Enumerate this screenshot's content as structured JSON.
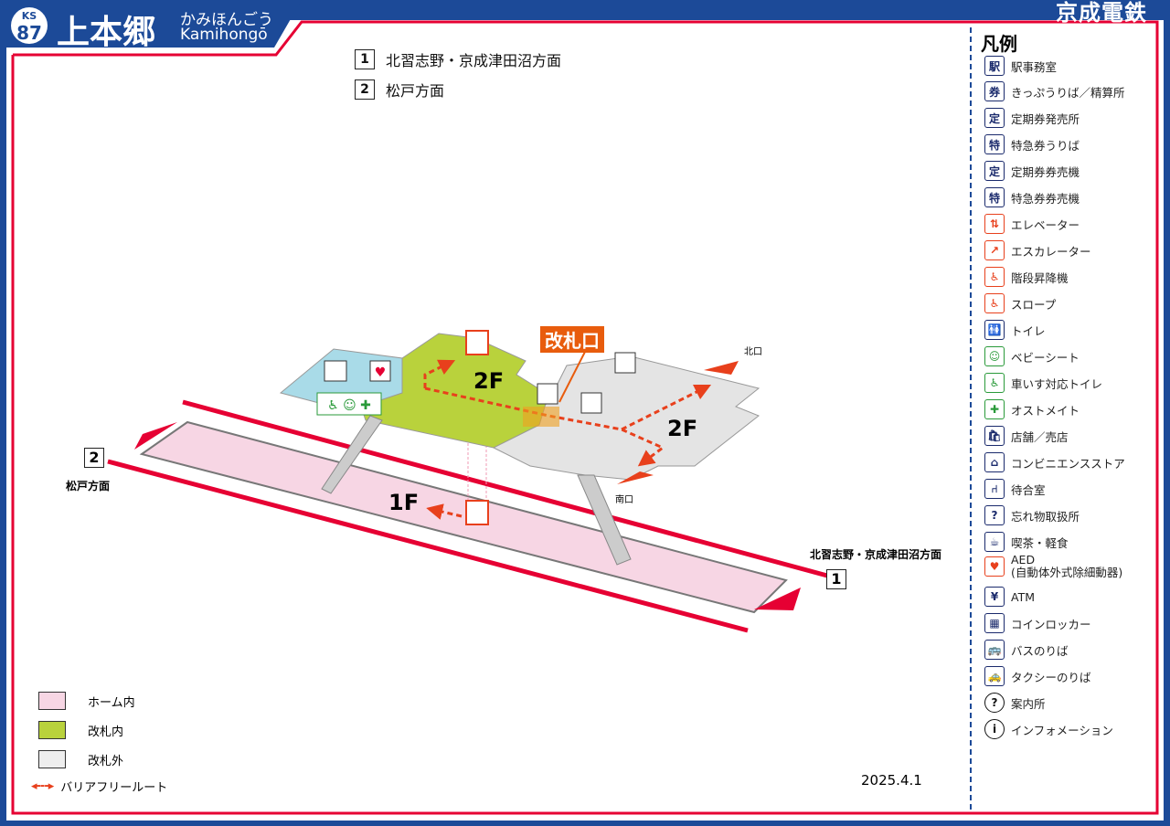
{
  "header": {
    "line_code": "KS",
    "station_number": "87",
    "name": "上本郷",
    "kana": "かみほんごう",
    "romaji": "Kamihongō",
    "company": "京成電鉄"
  },
  "directions": [
    {
      "num": "1",
      "label": "北習志野・京成津田沼方面"
    },
    {
      "num": "2",
      "label": "松戸方面"
    }
  ],
  "map": {
    "floor_2f": "2F",
    "floor_2f_east": "2F",
    "floor_1f": "1F",
    "gate": "改札口",
    "north_exit": "北口",
    "south_exit": "南口",
    "left_track_num": "2",
    "left_track_label": "松戸方面",
    "right_track_num": "1",
    "right_track_label": "北習志野・京成津田沼方面"
  },
  "key": [
    {
      "label": "ホーム内",
      "color": "#f7d6e4"
    },
    {
      "label": "改札内",
      "color": "#b9d23c"
    },
    {
      "label": "改札外",
      "color": "#eeeeee"
    },
    {
      "label": "バリアフリールート",
      "color": "#e8401c"
    }
  ],
  "date": "2025.4.1",
  "legend": {
    "title": "凡例",
    "items": [
      {
        "icon": "station-office-icon",
        "glyph": "駅",
        "label": "駅事務室",
        "color": "#1a2a6c"
      },
      {
        "icon": "ticket-office-icon",
        "glyph": "券",
        "label": "きっぷうりば／精算所",
        "color": "#1a2a6c"
      },
      {
        "icon": "commuter-pass-office-icon",
        "glyph": "定",
        "label": "定期券発売所",
        "color": "#1a2a6c"
      },
      {
        "icon": "limited-express-ticket-icon",
        "glyph": "特",
        "label": "特急券うりば",
        "color": "#1a2a6c"
      },
      {
        "icon": "commuter-pass-machine-icon",
        "glyph": "定",
        "label": "定期券券売機",
        "color": "#1a2a6c"
      },
      {
        "icon": "limited-express-machine-icon",
        "glyph": "特",
        "label": "特急券券売機",
        "color": "#1a2a6c"
      },
      {
        "icon": "elevator-icon",
        "glyph": "⇅",
        "label": "エレベーター",
        "color": "#e8401c"
      },
      {
        "icon": "escalator-icon",
        "glyph": "↗",
        "label": "エスカレーター",
        "color": "#e8401c"
      },
      {
        "icon": "stair-lift-icon",
        "glyph": "♿",
        "label": "階段昇降機",
        "color": "#e8401c"
      },
      {
        "icon": "slope-icon",
        "glyph": "♿",
        "label": "スロープ",
        "color": "#e8401c"
      },
      {
        "icon": "toilet-icon",
        "glyph": "🚻",
        "label": "トイレ",
        "color": "#1a2a6c"
      },
      {
        "icon": "baby-seat-icon",
        "glyph": "☺",
        "label": "ベビーシート",
        "color": "#2a9a3a"
      },
      {
        "icon": "accessible-toilet-icon",
        "glyph": "♿",
        "label": "車いす対応トイレ",
        "color": "#2a9a3a"
      },
      {
        "icon": "ostomate-icon",
        "glyph": "✚",
        "label": "オストメイト",
        "color": "#2a9a3a"
      },
      {
        "icon": "shop-icon",
        "glyph": "🛍",
        "label": "店舗／売店",
        "color": "#1a2a6c"
      },
      {
        "icon": "convenience-store-icon",
        "glyph": "⌂",
        "label": "コンビニエンスストア",
        "color": "#1a2a6c"
      },
      {
        "icon": "waiting-room-icon",
        "glyph": "⑁",
        "label": "待合室",
        "color": "#1a2a6c"
      },
      {
        "icon": "lost-and-found-icon",
        "glyph": "?",
        "label": "忘れ物取扱所",
        "color": "#1a2a6c"
      },
      {
        "icon": "cafe-icon",
        "glyph": "☕",
        "label": "喫茶・軽食",
        "color": "#1a2a6c"
      },
      {
        "icon": "aed-icon",
        "glyph": "♥",
        "label": "AED",
        "sublabel": "(自動体外式除細動器)",
        "color": "#e8401c"
      },
      {
        "icon": "atm-icon",
        "glyph": "¥",
        "label": "ATM",
        "color": "#1a2a6c"
      },
      {
        "icon": "coin-locker-icon",
        "glyph": "▦",
        "label": "コインロッカー",
        "color": "#1a2a6c"
      },
      {
        "icon": "bus-icon",
        "glyph": "🚌",
        "label": "バスのりば",
        "color": "#1a2a6c"
      },
      {
        "icon": "taxi-icon",
        "glyph": "🚕",
        "label": "タクシーのりば",
        "color": "#1a2a6c"
      },
      {
        "icon": "information-icon",
        "glyph": "?",
        "label": "案内所",
        "color": "#111"
      },
      {
        "icon": "info-icon",
        "glyph": "i",
        "label": "インフォメーション",
        "color": "#111"
      }
    ]
  }
}
